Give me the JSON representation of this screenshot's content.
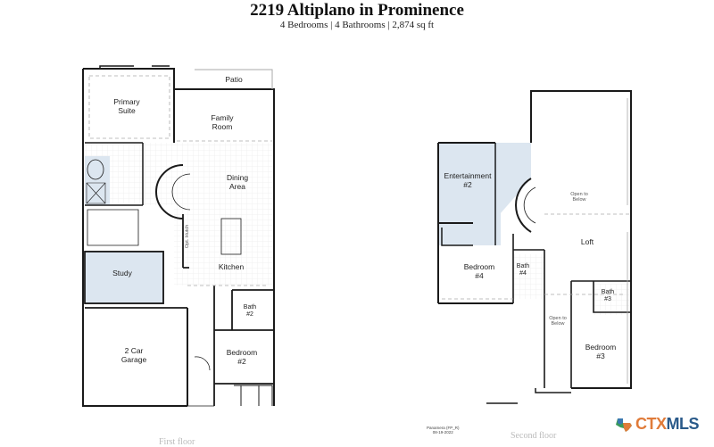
{
  "header": {
    "title": "2219 Altiplano in Prominence",
    "subtitle": "4 Bedrooms | 4 Bathrooms | 2,874 sq ft"
  },
  "first_floor": {
    "caption": "First floor",
    "rooms": {
      "primary_suite": "Primary\nSuite",
      "patio": "Patio",
      "family_room": "Family\nRoom",
      "dining_area": "Dining\nArea",
      "opt_hutch": "Opt. Hutch",
      "kitchen": "Kitchen",
      "study": "Study",
      "bath2": "Bath\n#2",
      "garage": "2 Car\nGarage",
      "bedroom2": "Bedroom\n#2"
    }
  },
  "second_floor": {
    "caption": "Second floor",
    "rooms": {
      "entertainment": "Entertainment\n#2",
      "open_below_1": "Open to\nBelow",
      "loft": "Loft",
      "bedroom4": "Bedroom\n#4",
      "bath4": "Bath\n#4",
      "bath3": "Bath\n#3",
      "open_below_2": "Open to\nBelow",
      "bedroom3": "Bedroom\n#3"
    }
  },
  "stamp": "Panamera (FP_R)\n08-19-2022",
  "logo": {
    "ctx": "CTX",
    "mls": "MLS",
    "ctx_color": "#e07b39",
    "mls_color": "#2a5a8a"
  },
  "colors": {
    "highlight_room": "#dce6f0",
    "wall": "#1a1a1a"
  }
}
